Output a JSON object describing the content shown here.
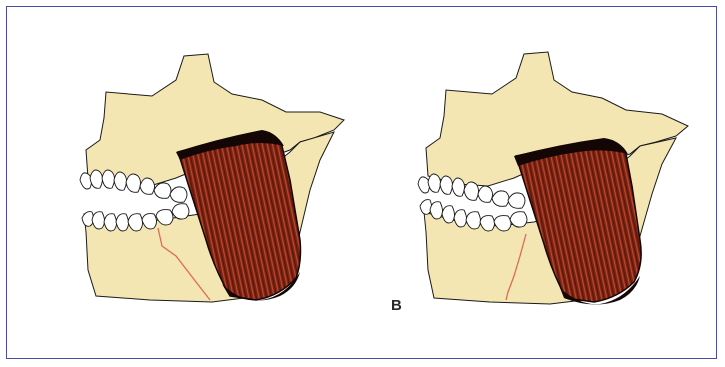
{
  "figure": {
    "panels": [
      {
        "label": ""
      },
      {
        "label": "B"
      }
    ],
    "colors": {
      "bone": "#f3e6b3",
      "outline": "#1a1a1a",
      "muscle": "#7a2414",
      "muscle_fiber": "#c2472c",
      "muscle_dark": "#150606",
      "fracture_line": "#e06a58",
      "frame_border": "#4a4aa8"
    },
    "icons": [
      "muscle-striation-pattern",
      "tooth-shapes"
    ]
  }
}
